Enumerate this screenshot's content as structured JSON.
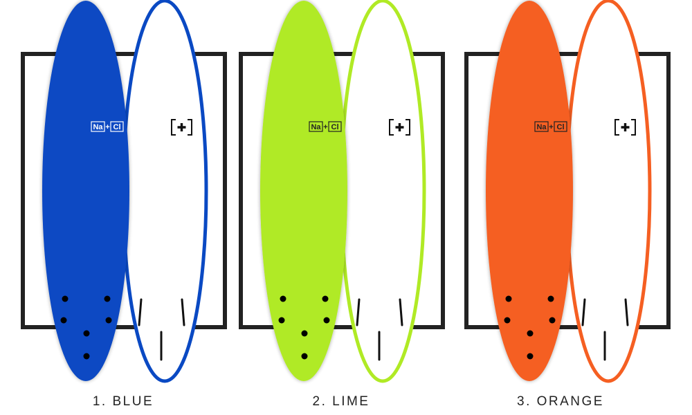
{
  "boards": [
    {
      "label": "1. BLUE",
      "color": "#0a49c3"
    },
    {
      "label": "2. LIME",
      "color": "#b0ea25"
    },
    {
      "label": "3. ORANGE",
      "color": "#f55f22"
    }
  ],
  "deck_logo": {
    "na": "Na",
    "plus": "+",
    "cl": "Cl"
  },
  "bottom_logo_icon": "plus-bracket-icon",
  "colors": {
    "frame": "#222222",
    "bottom_fill": "#ffffff",
    "fin": "#111111",
    "plug": "#000000",
    "caption": "#222222"
  }
}
